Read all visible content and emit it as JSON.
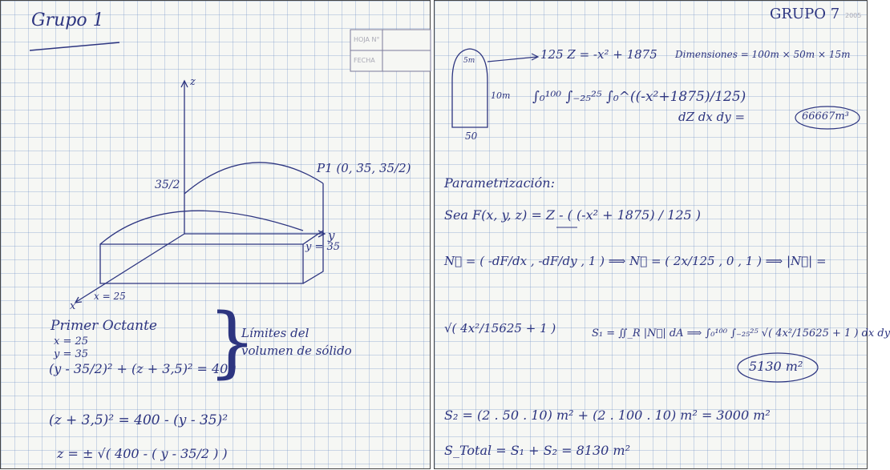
{
  "left": {
    "title": "Grupo 1",
    "header_hoja": "HOJA N°",
    "header_fecha": "FECHA",
    "axis_z": "z",
    "axis_y": "y",
    "axis_x": "x",
    "height_label": "35/2",
    "point_label": "P1 (0, 35, 35/2)",
    "y_label": "y = 35",
    "x_label": "x = 25",
    "octant_title": "Primer Octante",
    "octant_x": "x = 25",
    "octant_y": "y = 35",
    "eq_circle": "(y - 35/2)² + (z + 3,5)² = 400",
    "limits_note_1": "Límites del",
    "limits_note_2": "volumen de sólido",
    "eq_z_squared": "(z + 3,5)² = 400 - (y - 35)²",
    "eq_z_solution": "z = ± √( 400 - ( y - 35/2 ) )"
  },
  "right": {
    "title": "GRUPO 7",
    "corner_text": "2005",
    "shape_top_label": "5m",
    "shape_side_label": "10m",
    "shape_bottom_label": "50",
    "eq_main": "125 Z = -x² + 1875",
    "dimensions": "Dimensiones = 100m × 50m × 15m",
    "integral_limits": "∫₀¹⁰⁰ ∫₋₂₅²⁵ ∫₀^((-x²+1875)/125)",
    "integral_diff": "dZ dx dy =",
    "volume_result": "66667m³",
    "param_title": "Parametrización:",
    "param_def": "Sea F(x, y, z) = Z - ( (-x² + 1875) / 125 )",
    "normal_def": "N⃗ = ( -dF/dx , -dF/dy , 1 ) ⟹ N⃗ = ( 2x/125 , 0 , 1 ) ⟹ |N⃗| =",
    "norm_value": "√( 4x²/15625 + 1 )",
    "s1_def": "S₁ = ∬_R |N⃗| dA ⟹ ∫₀¹⁰⁰ ∫₋₂₅²⁵ √( 4x²/15625 + 1 ) dx dy",
    "s1_result": "5130 m²",
    "s2_def": "S₂ = (2 . 50 . 10) m² + (2 . 100 . 10) m² = 3000 m²",
    "s_total": "S_Total = S₁ + S₂ = 8130 m²"
  }
}
